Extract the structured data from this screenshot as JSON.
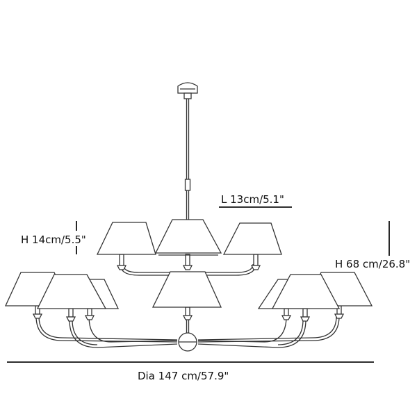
{
  "dimensions": {
    "shade_length": "L 13cm/5.1\"",
    "shade_height": "H 14cm/5.5\"",
    "total_height": "H 68 cm/26.8\"",
    "diameter": "Dia 147 cm/57.9\""
  },
  "colors": {
    "line": "#222222",
    "shade_fill": "#ffffff"
  }
}
